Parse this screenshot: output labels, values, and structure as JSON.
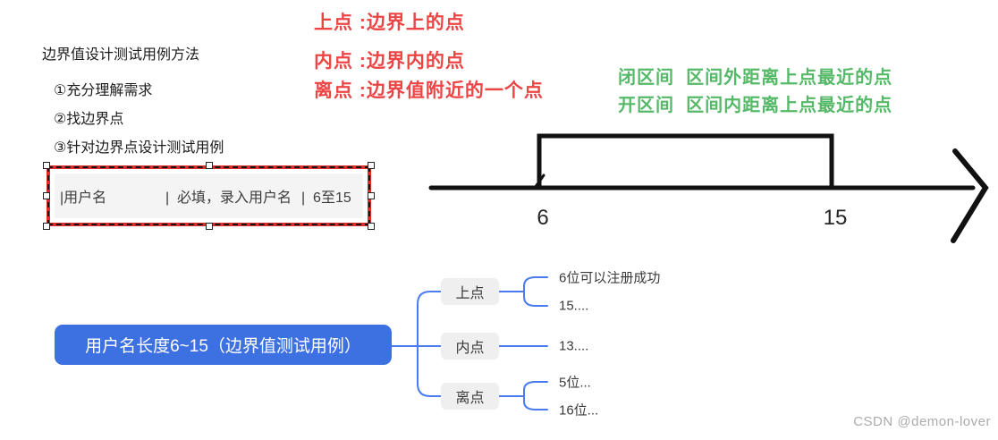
{
  "colors": {
    "accent": "#3D70E0",
    "connector": "#4A7BEF",
    "red-text": "#ED4545",
    "green-text": "#55B968",
    "selection-red": "#DD2C2C",
    "stroke-ink": "#111111",
    "branch-bg": "#EFEFEF",
    "field-bg": "#F4F4F4",
    "watermark-gray": "#ABABAB"
  },
  "left_panel": {
    "title": "边界值设计测试用例方法",
    "steps": [
      "①充分理解需求",
      "②找边界点",
      "③针对边界点设计测试用例"
    ]
  },
  "definitions": {
    "lines": [
      "上点 :边界上的点",
      "内点 :边界内的点",
      "离点 :边界值附近的一个点"
    ]
  },
  "interval_notes": {
    "lines": [
      "闭区间  区间外距离上点最近的点",
      "开区间  区间内距离上点最近的点"
    ]
  },
  "form_field": {
    "label": "|用户名",
    "requirement": "|  必填，录入用户名",
    "range": "|  6至15"
  },
  "number_line": {
    "start_label": "6",
    "end_label": "15"
  },
  "mindmap": {
    "root_label": "用户名长度6~15（边界值测试用例）",
    "branches": [
      {
        "label": "上点",
        "leaves": [
          "6位可以注册成功",
          "15...."
        ]
      },
      {
        "label": "内点",
        "leaves": [
          "13...."
        ]
      },
      {
        "label": "离点",
        "leaves": [
          "5位...",
          "16位..."
        ]
      }
    ]
  },
  "watermark": "CSDN @demon-lover"
}
